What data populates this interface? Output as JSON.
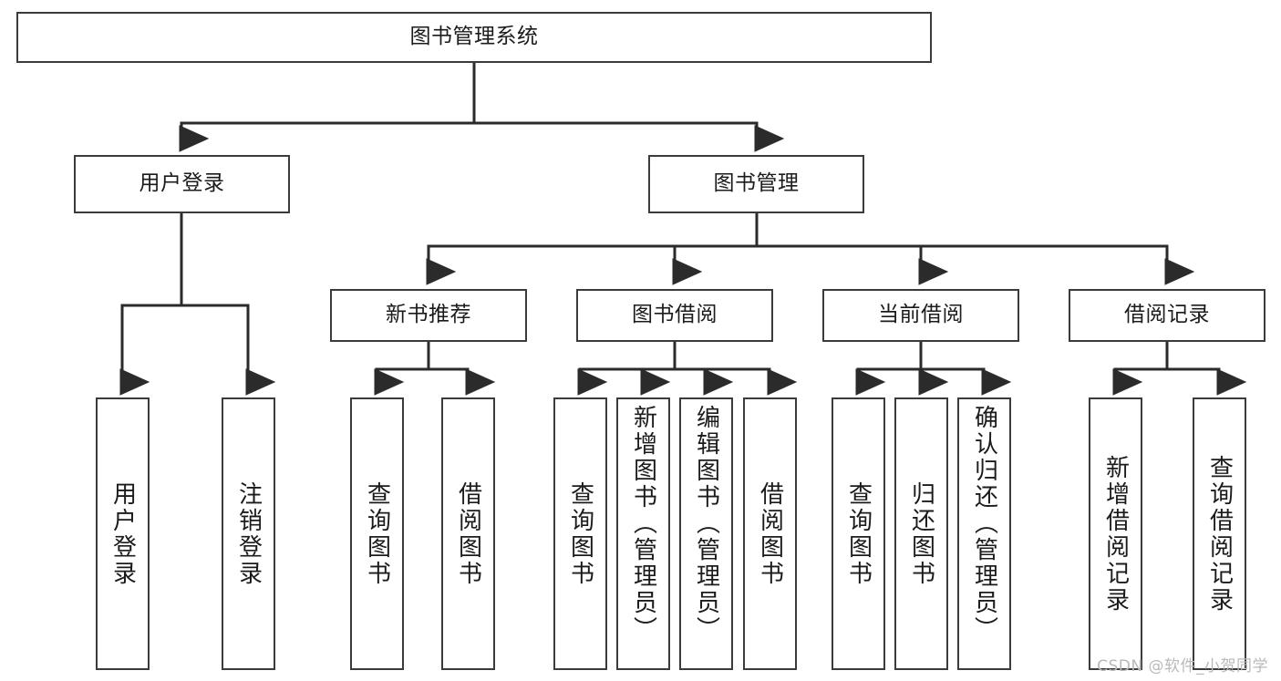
{
  "diagram": {
    "title": "图书管理系统",
    "type": "tree",
    "orientation": "top-down",
    "colors": {
      "box_border": "#3b3b3b",
      "box_fill": "#ffffff",
      "edge": "#2b2b2b",
      "text": "#1b1b1b",
      "watermark": "#b9b9b9",
      "background": "#ffffff"
    },
    "watermark": "CSDN @软件_小贺同学"
  },
  "nodes": {
    "root": {
      "label": "图书管理系统"
    },
    "level2": [
      {
        "id": "user-login",
        "label": "用户登录"
      },
      {
        "id": "book-manage",
        "label": "图书管理"
      }
    ],
    "level3": [
      {
        "id": "new-book-recommend",
        "label": "新书推荐"
      },
      {
        "id": "book-borrow",
        "label": "图书借阅"
      },
      {
        "id": "current-borrow",
        "label": "当前借阅"
      },
      {
        "id": "borrow-record",
        "label": "借阅记录"
      }
    ],
    "leaves": {
      "user_login": [
        {
          "id": "leaf-user-login",
          "label": "用户登录"
        },
        {
          "id": "leaf-logout",
          "label": "注销登录"
        }
      ],
      "new_book_recommend": [
        {
          "id": "leaf-query-book-1",
          "label": "查询图书"
        },
        {
          "id": "leaf-borrow-book-1",
          "label": "借阅图书"
        }
      ],
      "book_borrow": [
        {
          "id": "leaf-query-book-2",
          "label": "查询图书"
        },
        {
          "id": "leaf-add-book",
          "label": "新增图书（管理员）"
        },
        {
          "id": "leaf-edit-book",
          "label": "编辑图书（管理员）"
        },
        {
          "id": "leaf-borrow-book-2",
          "label": "借阅图书"
        }
      ],
      "current_borrow": [
        {
          "id": "leaf-query-book-3",
          "label": "查询图书"
        },
        {
          "id": "leaf-return-book",
          "label": "归还图书"
        },
        {
          "id": "leaf-confirm-return",
          "label": "确认归还（管理员）"
        }
      ],
      "borrow_record": [
        {
          "id": "leaf-add-record",
          "label": "新增借阅记录"
        },
        {
          "id": "leaf-query-record",
          "label": "查询借阅记录"
        }
      ]
    }
  }
}
